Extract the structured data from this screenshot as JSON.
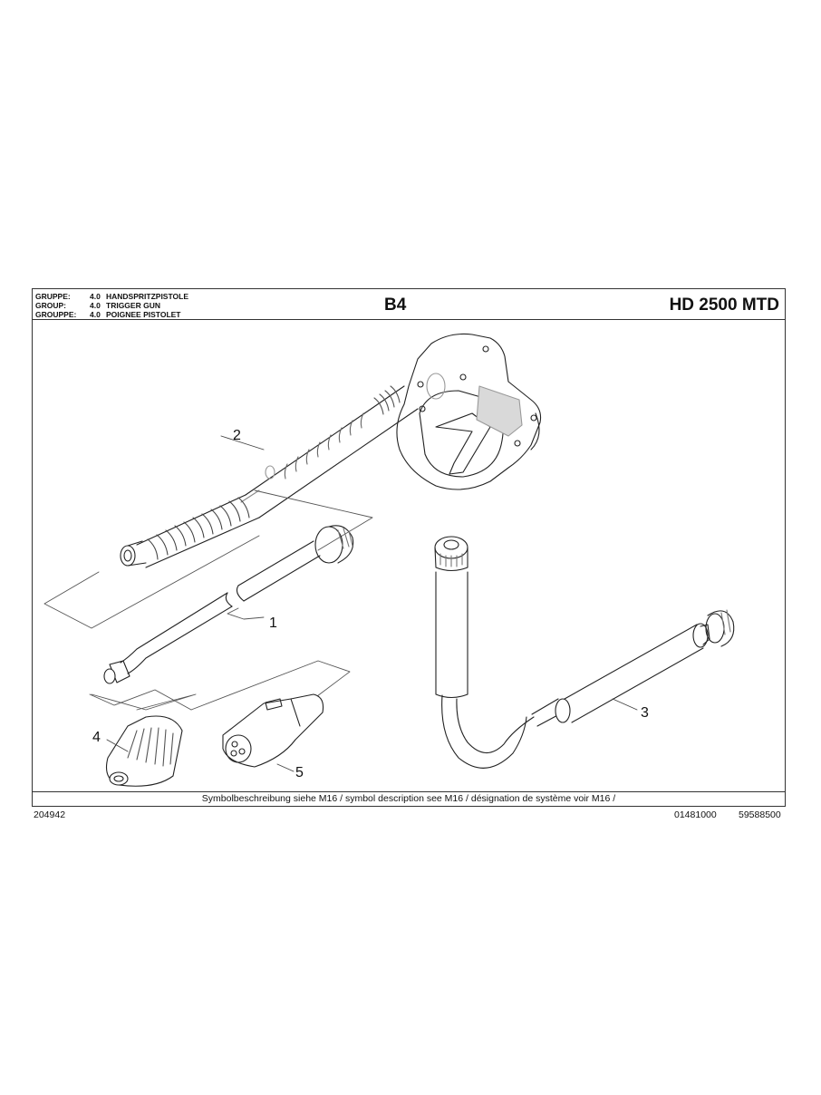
{
  "header": {
    "groups": [
      {
        "label": "GRUPPE:",
        "number": "4.0",
        "name": "HANDSPRITZPISTOLE"
      },
      {
        "label": "GROUP:",
        "number": "4.0",
        "name": "TRIGGER GUN"
      },
      {
        "label": "GROUPPE:",
        "number": "4.0",
        "name": "POIGNEE PISTOLET"
      }
    ],
    "sheet_code": "B4",
    "model": "HD 2500 MTD"
  },
  "drawing": {
    "callouts": [
      {
        "id": "1",
        "label": "1",
        "part": "lance-tube"
      },
      {
        "id": "2",
        "label": "2",
        "part": "trigger-gun-with-extension"
      },
      {
        "id": "3",
        "label": "3",
        "part": "bent-lance"
      },
      {
        "id": "4",
        "label": "4",
        "part": "rotary-nozzle"
      },
      {
        "id": "5",
        "label": "5",
        "part": "nozzle-cap"
      }
    ],
    "colors": {
      "line": "#222222",
      "shade": "#d9d9d9",
      "leader": "#444444"
    }
  },
  "footer": {
    "symbol_note": "Symbolbeschreibung siehe M16 / symbol description see M16 / désignation de système voir M16 /"
  },
  "bottom": {
    "left_code": "204942",
    "code_1": "01481000",
    "code_2": "59588500"
  }
}
